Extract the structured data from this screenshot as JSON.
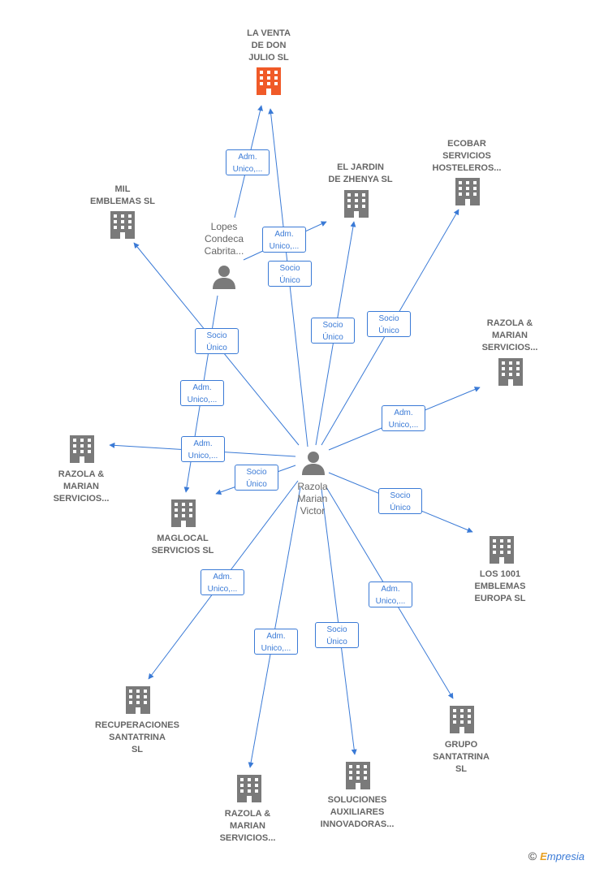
{
  "colors": {
    "edge": "#3a7ad6",
    "building": "#7a7a7a",
    "focus_building": "#f05a28",
    "person": "#7a7a7a"
  },
  "nodes": [
    {
      "id": "venta",
      "label": "LA VENTA\nDE DON\nJULIO  SL",
      "kind": "building",
      "focus": true
    },
    {
      "id": "mil",
      "label": "MIL\nEMBLEMAS  SL",
      "kind": "building"
    },
    {
      "id": "jardin",
      "label": "EL JARDIN\nDE ZHENYA  SL",
      "kind": "building"
    },
    {
      "id": "ecobar",
      "label": "ECOBAR\nSERVICIOS\nHOSTELEROS...",
      "kind": "building"
    },
    {
      "id": "lopes",
      "label": "Lopes\nCondeca\nCabrita...",
      "kind": "person"
    },
    {
      "id": "razola_r",
      "label": "RAZOLA &\nMARIAN\nSERVICIOS...",
      "kind": "building"
    },
    {
      "id": "razola_l",
      "label": "RAZOLA &\nMARIAN\nSERVICIOS...",
      "kind": "building"
    },
    {
      "id": "maglocal",
      "label": "MAGLOCAL\nSERVICIOS  SL",
      "kind": "building"
    },
    {
      "id": "victor",
      "label": "Razola\nMarian\nVictor",
      "kind": "person"
    },
    {
      "id": "los1001",
      "label": "LOS 1001\nEMBLEMAS\nEUROPA  SL",
      "kind": "building"
    },
    {
      "id": "recup",
      "label": "RECUPERACIONES\nSANTATRINA\nSL",
      "kind": "building"
    },
    {
      "id": "grupo",
      "label": "GRUPO\nSANTATRINA\nSL",
      "kind": "building"
    },
    {
      "id": "razola_b",
      "label": "RAZOLA &\nMARIAN\nSERVICIOS...",
      "kind": "building"
    },
    {
      "id": "soluciones",
      "label": "SOLUCIONES\nAUXILIARES\nINNOVADORAS...",
      "kind": "building"
    }
  ],
  "edges": [
    {
      "from": "lopes",
      "to": "venta",
      "label": "Adm.\nUnico,..."
    },
    {
      "from": "lopes",
      "to": "jardin",
      "label": "Adm.\nUnico,..."
    },
    {
      "from": "lopes",
      "to": "maglocal",
      "label": "Adm.\nUnico,..."
    },
    {
      "from": "victor",
      "to": "venta",
      "label": "Socio\nÚnico"
    },
    {
      "from": "victor",
      "to": "mil",
      "label": "Socio\nÚnico"
    },
    {
      "from": "victor",
      "to": "jardin",
      "label": "Socio\nÚnico"
    },
    {
      "from": "victor",
      "to": "ecobar",
      "label": "Socio\nÚnico"
    },
    {
      "from": "victor",
      "to": "razola_r",
      "label": "Adm.\nUnico,..."
    },
    {
      "from": "victor",
      "to": "razola_l",
      "label": "Adm.\nUnico,..."
    },
    {
      "from": "victor",
      "to": "maglocal",
      "label": "Socio\nÚnico"
    },
    {
      "from": "victor",
      "to": "los1001",
      "label": "Socio\nÚnico"
    },
    {
      "from": "victor",
      "to": "recup",
      "label": "Adm.\nUnico,..."
    },
    {
      "from": "victor",
      "to": "razola_b",
      "label": "Adm.\nUnico,..."
    },
    {
      "from": "victor",
      "to": "soluciones",
      "label": "Socio\nÚnico"
    },
    {
      "from": "victor",
      "to": "grupo",
      "label": "Adm.\nUnico,..."
    }
  ],
  "brand": {
    "copyright": "©",
    "first_letter": "E",
    "rest": "mpresia"
  }
}
